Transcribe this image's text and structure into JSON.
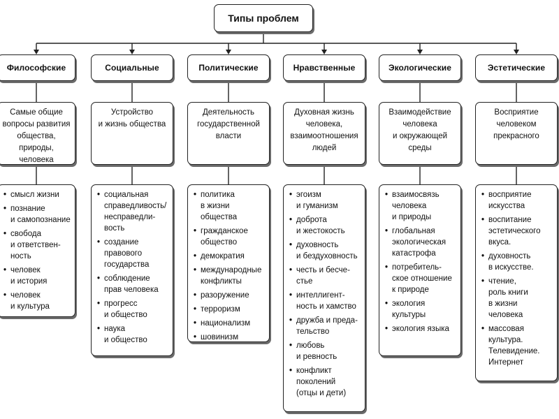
{
  "title": "Типы проблем",
  "columns": [
    {
      "name": "Философские",
      "description": "Самые общие\nвопросы развития\nобщества, природы,\nчеловека",
      "items": [
        "смысл жизни",
        "познание\nи самопознание",
        "свобода\nи ответствен-\nность",
        "человек\nи история",
        "человек\nи культура"
      ]
    },
    {
      "name": "Социальные",
      "description": "Устройство\nи жизнь общества",
      "items": [
        "социальная\nсправедливость/\nнесправедли-\nвость",
        "создание\nправового\nгосударства",
        "соблюдение\nправ человека",
        "прогресс\nи общество",
        "наука\nи общество"
      ]
    },
    {
      "name": "Политические",
      "description": "Деятельность\nгосударственной\nвласти",
      "items": [
        "политика\nв жизни\nобщества",
        "гражданское\nобщество",
        "демократия",
        "международные\nконфликты",
        "разоружение",
        "терроризм",
        "национализм",
        "шовинизм"
      ]
    },
    {
      "name": "Нравственные",
      "description": "Духовная жизнь\nчеловека,\nвзаимоотношения\nлюдей",
      "items": [
        "эгоизм\nи гуманизм",
        "доброта\nи жестокость",
        "духовность\nи бездуховность",
        "честь и бесче-\nстье",
        "интеллигент-\nность и хамство",
        "дружба и преда-\nтельство",
        "любовь\nи ревность",
        "конфликт\nпоколений\n(отцы и дети)"
      ]
    },
    {
      "name": "Экологические",
      "description": "Взаимодействие\nчеловека\nи окружающей\nсреды",
      "items": [
        "взаимосвязь\nчеловека\nи природы",
        "глобальная\nэкологическая\nкатастрофа",
        "потребитель-\nское отношение\nк природе",
        "экология\nкультуры",
        "экология языка"
      ]
    },
    {
      "name": "Эстетические",
      "description": "Восприятие\nчеловеком\nпрекрасного",
      "items": [
        "восприятие\nискусства",
        "воспитание\nэстетического\nвкуса.",
        "духовность\nв искусстве.",
        "чтение,\nроль книги\nв жизни\nчеловека",
        "массовая\nкультура.\nТелевидение.\nИнтернет"
      ]
    }
  ]
}
